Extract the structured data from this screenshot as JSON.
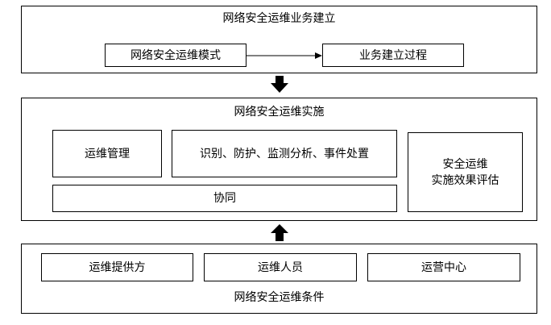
{
  "top_section": {
    "title": "网络安全运维业务建立",
    "left_box": "网络安全运维模式",
    "right_box": "业务建立过程"
  },
  "middle_section": {
    "title": "网络安全运维实施",
    "box_ops_management": "运维管理",
    "box_identify": "识别、防护、监测分析、事件处置",
    "box_collab": "协同",
    "box_eval_line1": "安全运维",
    "box_eval_line2": "实施效果评估"
  },
  "bottom_section": {
    "box_provider": "运维提供方",
    "box_personnel": "运维人员",
    "box_center": "运营中心",
    "title": "网络安全运维条件"
  }
}
